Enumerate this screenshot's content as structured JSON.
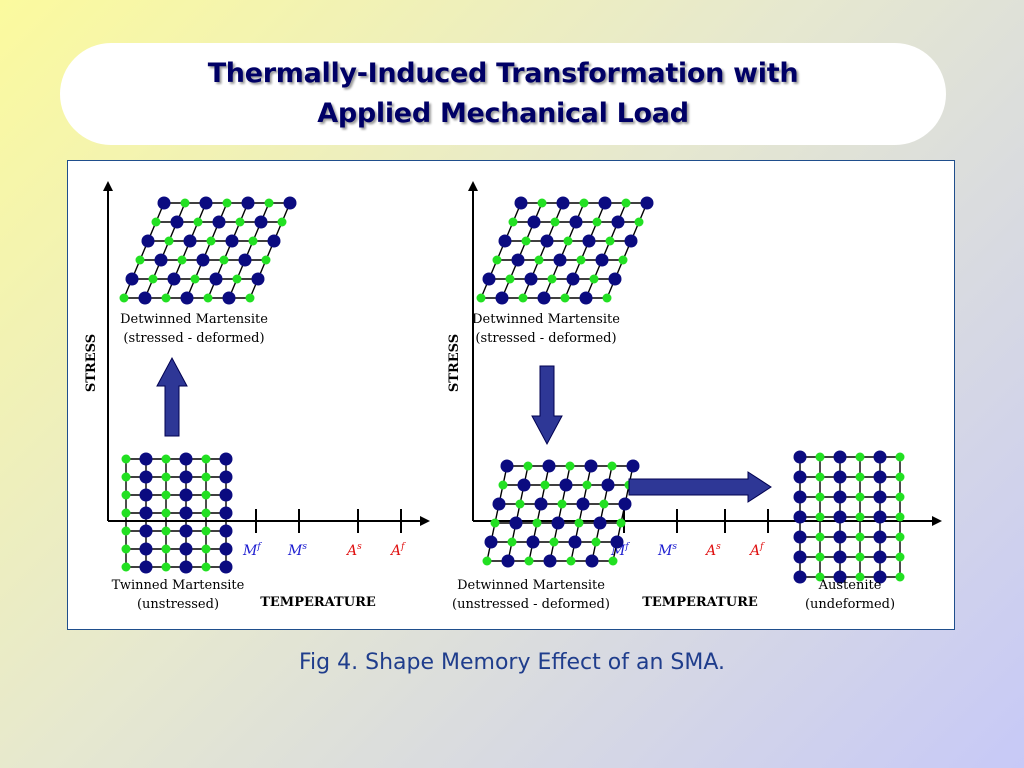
{
  "title": {
    "line1": "Thermally-Induced Transformation with",
    "line2": "Applied Mechanical Load"
  },
  "caption": "Fig 4. Shape Memory Effect of an SMA.",
  "colors": {
    "title_text": "#000066",
    "caption_text": "#1f3d8c",
    "atom_dark": "#0b0b80",
    "atom_light": "#22e022",
    "arrow_fill": "#2e3796",
    "temp_martensite_label": "#1c1cd0",
    "temp_austenite_label": "#e01010"
  },
  "icons": {
    "vertical_arrow": "block-arrow-icon",
    "horizontal_arrow": "block-arrow-icon"
  },
  "left_diagram": {
    "y_axis_label": "STRESS",
    "x_axis_label": "TEMPERATURE",
    "top_state": {
      "line1": "Detwinned Martensite",
      "line2": "(stressed - deformed)"
    },
    "bottom_state": {
      "line1": "Twinned Martensite",
      "line2": "(unstressed)"
    },
    "temperature_ticks": [
      {
        "base": "M",
        "sup": "f",
        "kind": "martensite"
      },
      {
        "base": "M",
        "sup": "s",
        "kind": "martensite"
      },
      {
        "base": "A",
        "sup": "s",
        "kind": "austenite"
      },
      {
        "base": "A",
        "sup": "f",
        "kind": "austenite"
      }
    ]
  },
  "right_diagram": {
    "y_axis_label": "STRESS",
    "x_axis_label": "TEMPERATURE",
    "top_state": {
      "line1": "Detwinned Martensite",
      "line2": "(stressed - deformed)"
    },
    "bottom_state": {
      "line1": "Detwinned Martensite",
      "line2": "(unstressed - deformed)"
    },
    "end_state": {
      "line1": "Austenite",
      "line2": "(undeformed)"
    },
    "temperature_ticks": [
      {
        "base": "M",
        "sup": "f",
        "kind": "martensite"
      },
      {
        "base": "M",
        "sup": "s",
        "kind": "martensite"
      },
      {
        "base": "A",
        "sup": "s",
        "kind": "austenite"
      },
      {
        "base": "A",
        "sup": "f",
        "kind": "austenite"
      }
    ]
  }
}
